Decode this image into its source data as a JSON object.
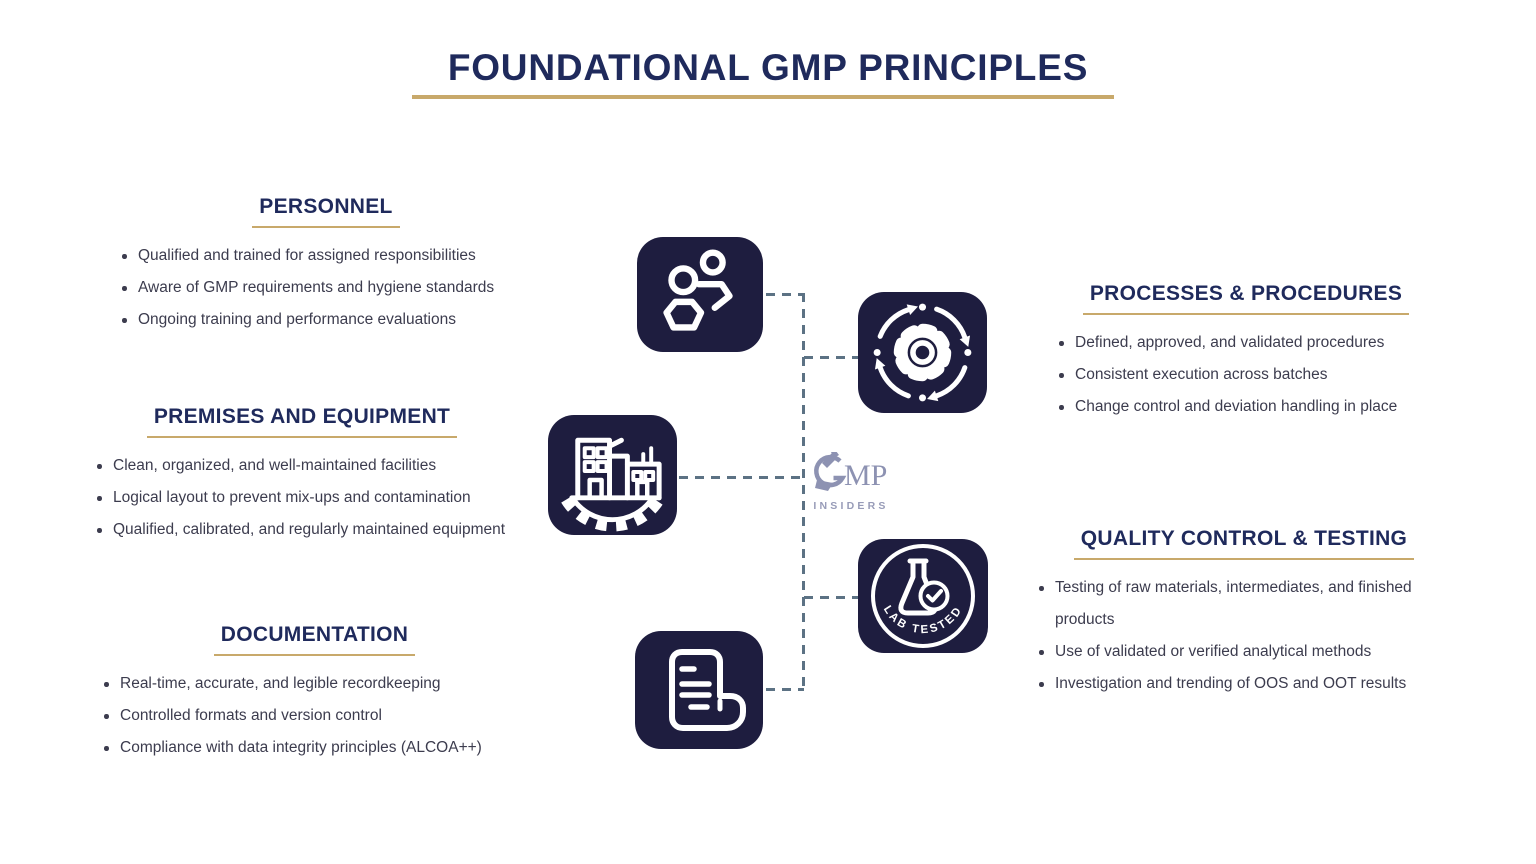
{
  "title": {
    "text": "FOUNDATIONAL GMP PRINCIPLES"
  },
  "colors": {
    "heading_navy": "#1f2a5c",
    "body_text": "#3c3c4e",
    "gold_rule": "#c8a96b",
    "icon_tile_bg": "#1e1d3f",
    "icon_stroke": "#ffffff",
    "connector": "#5c7284",
    "logo_gray": "#8d92b2"
  },
  "sections": {
    "personnel": {
      "heading": "PERSONNEL",
      "bullets": [
        "Qualified and trained for assigned responsibilities",
        "Aware of GMP requirements and hygiene standards",
        "Ongoing training and performance evaluations"
      ]
    },
    "premises": {
      "heading": "PREMISES AND EQUIPMENT",
      "bullets": [
        "Clean, organized, and well-maintained facilities",
        "Logical layout to prevent mix-ups and contamination",
        "Qualified, calibrated, and regularly maintained equipment"
      ]
    },
    "documentation": {
      "heading": "DOCUMENTATION",
      "bullets": [
        "Real-time, accurate, and legible recordkeeping",
        "Controlled formats and version control",
        "Compliance with data integrity principles (ALCOA++)"
      ]
    },
    "processes": {
      "heading": "PROCESSES & PROCEDURES",
      "bullets": [
        "Defined, approved, and validated procedures",
        "Consistent execution across batches",
        "Change control and deviation handling in place"
      ]
    },
    "quality": {
      "heading": "QUALITY CONTROL & TESTING",
      "bullets": [
        "Testing of raw materials, intermediates, and finished products",
        "Use of validated or verified analytical methods",
        "Investigation and trending of OOS and OOT results"
      ]
    }
  },
  "icons": {
    "personnel": "people-icon",
    "processes": "process-cycle-gear-icon",
    "premises": "factory-gear-icon",
    "quality": "lab-tested-flask-icon",
    "documentation": "document-receipt-icon"
  },
  "lab_badge": {
    "label": "LAB TESTED"
  },
  "logo": {
    "mp": "MP",
    "insiders": "INSIDERS"
  }
}
